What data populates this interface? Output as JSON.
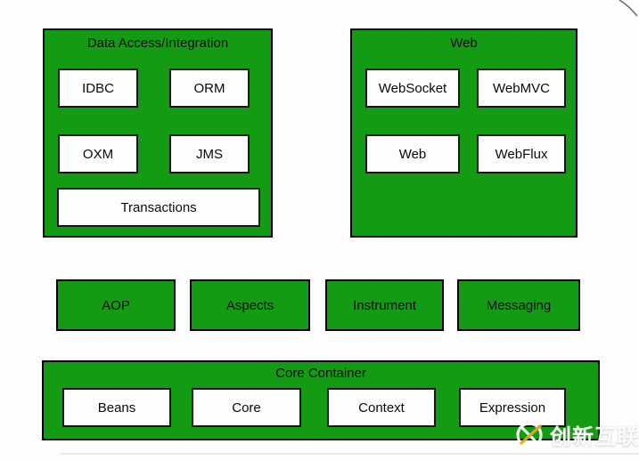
{
  "colors": {
    "panel_green": "#149b14",
    "panel_border": "#000000",
    "module_bg": "#fdfdfd",
    "module_border": "#151515",
    "text": "#0a0a0a",
    "watermark_text": "#ffffff",
    "watermark_accent_yellow": "#e0a61f"
  },
  "groups": {
    "data_access": {
      "title": "Data Access/Integration",
      "modules": [
        "IDBC",
        "ORM",
        "OXM",
        "JMS",
        "Transactions"
      ]
    },
    "web": {
      "title": "Web",
      "modules": [
        "WebSocket",
        "WebMVC",
        "Web",
        "WebFlux"
      ]
    },
    "middleware": {
      "modules": [
        "AOP",
        "Aspects",
        "Instrument",
        "Messaging"
      ]
    },
    "core_container": {
      "title": "Core Container",
      "modules": [
        "Beans",
        "Core",
        "Context",
        "Expression"
      ]
    }
  },
  "watermark": {
    "brand": "创新互联"
  }
}
